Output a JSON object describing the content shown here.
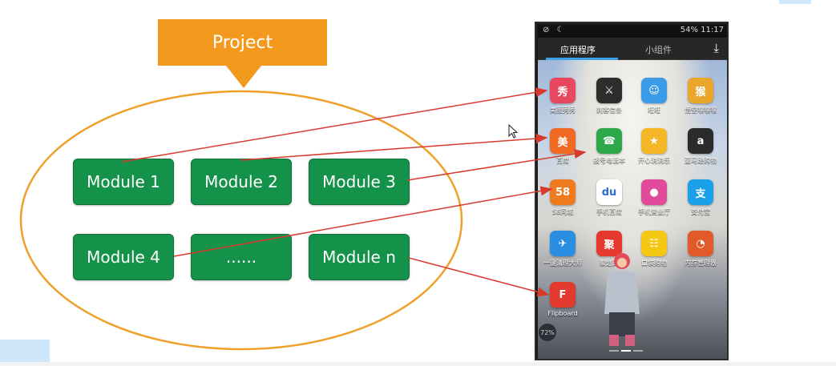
{
  "project": {
    "label": "Project"
  },
  "modules": [
    {
      "label": "Module 1"
    },
    {
      "label": "Module 2"
    },
    {
      "label": "Module 3"
    },
    {
      "label": "Module 4"
    },
    {
      "label": "......"
    },
    {
      "label": "Module n"
    }
  ],
  "phone": {
    "status_left": "⊘ ☾",
    "status_right": "54% 11:17",
    "tabs": [
      "应用程序",
      "小组件"
    ],
    "download_icon": "download-icon",
    "apps": [
      {
        "label": "美图秀秀",
        "icon_text": "秀",
        "color": "#e8485e"
      },
      {
        "label": "刺客信条",
        "icon_text": "⚔",
        "color": "#2d2d2d"
      },
      {
        "label": "旺旺",
        "icon_text": "☺",
        "color": "#3b9be8"
      },
      {
        "label": "悟空嘿嘿嘿",
        "icon_text": "猴",
        "color": "#e9a62a"
      },
      {
        "label": "百度",
        "icon_text": "美",
        "color": "#f06a24"
      },
      {
        "label": "拨号电话本",
        "icon_text": "☎",
        "color": "#2ca84a"
      },
      {
        "label": "开心消消乐",
        "icon_text": "★",
        "color": "#f4b728"
      },
      {
        "label": "亚马逊购物",
        "icon_text": "a",
        "color": "#2b2b2b"
      },
      {
        "label": "58同城",
        "icon_text": "58",
        "color": "#f07a1e"
      },
      {
        "label": "手机百度",
        "icon_text": "du",
        "color": "#ffffff"
      },
      {
        "label": "手机营业厅",
        "icon_text": "●",
        "color": "#e04b9a"
      },
      {
        "label": "支付宝",
        "icon_text": "支",
        "color": "#1aa0e8"
      },
      {
        "label": "一键清理大师",
        "icon_text": "✈",
        "color": "#2a8fe0"
      },
      {
        "label": "聚划算",
        "icon_text": "聚",
        "color": "#e5382e"
      },
      {
        "label": "口袋购物",
        "icon_text": "☷",
        "color": "#f5c816"
      },
      {
        "label": "内存管理器",
        "icon_text": "◔",
        "color": "#e05a2a"
      },
      {
        "label": "Flipboard",
        "icon_text": "F",
        "color": "#e23a2e"
      }
    ],
    "battery_badge": "72%"
  },
  "colors": {
    "project": "#f39a1e",
    "module": "#15924a",
    "ellipse": "#f0a02a",
    "arrow": "#d93a2e"
  }
}
